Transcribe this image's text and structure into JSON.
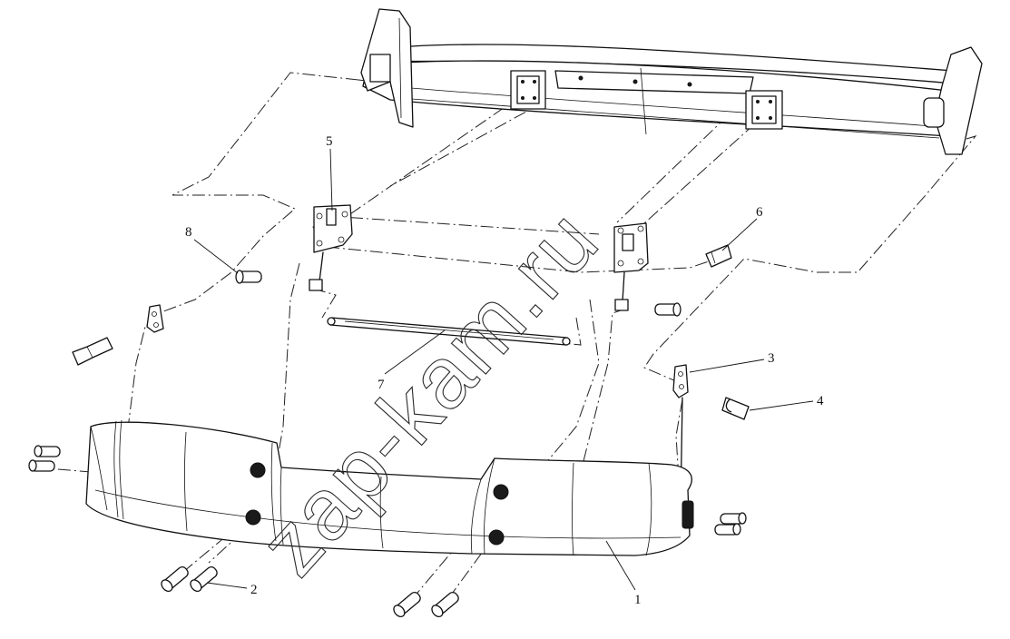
{
  "watermark": "zap-kam.ru",
  "callouts": [
    {
      "id": "1",
      "label": "1"
    },
    {
      "id": "2",
      "label": "2"
    },
    {
      "id": "3",
      "label": "3"
    },
    {
      "id": "4",
      "label": "4"
    },
    {
      "id": "5",
      "label": "5"
    },
    {
      "id": "6",
      "label": "6"
    },
    {
      "id": "7",
      "label": "7"
    },
    {
      "id": "8",
      "label": "8"
    }
  ]
}
